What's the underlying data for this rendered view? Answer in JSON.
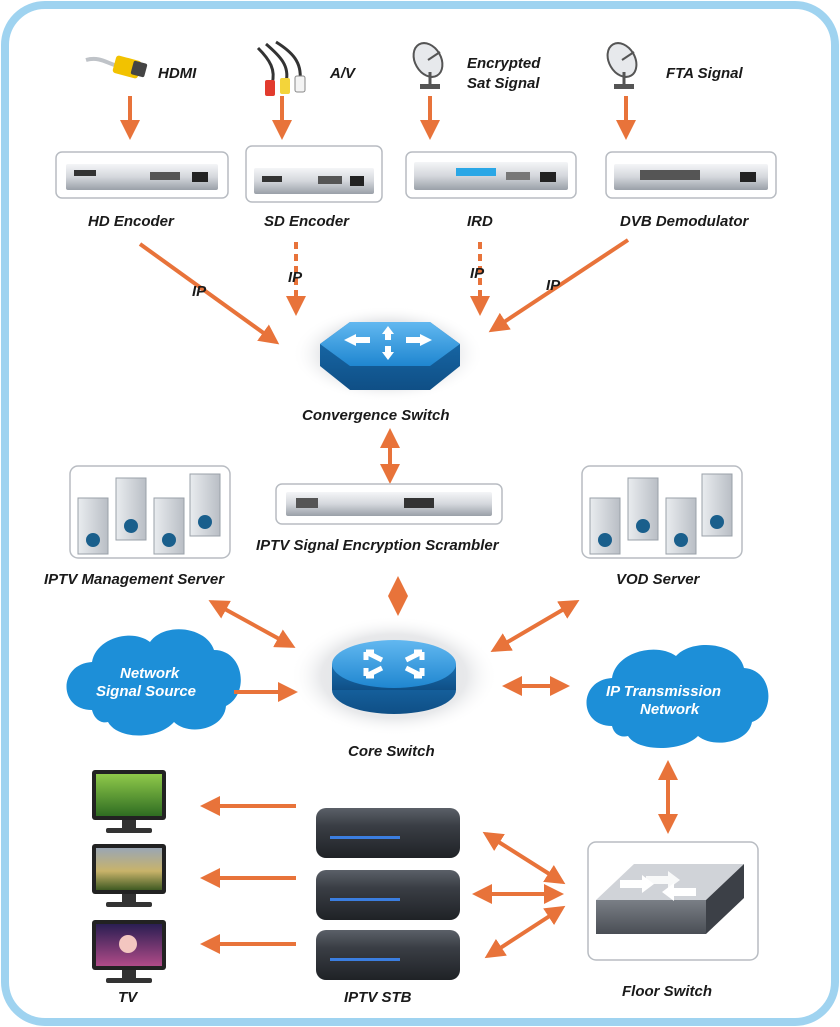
{
  "labels": {
    "hdmi": "HDMI",
    "av": "A/V",
    "encrypted_sat_1": "Encrypted",
    "encrypted_sat_2": "Sat Signal",
    "fta_signal": "FTA Signal",
    "hd_encoder": "HD  Encoder",
    "sd_encoder": "SD  Encoder",
    "ird": "IRD",
    "dvb_demodulator": "DVB  Demodulator",
    "ip": "IP",
    "convergence_switch": "Convergence Switch",
    "scrambler": "IPTV  Signal   Encryption Scrambler",
    "management_server": "IPTV  Management Server",
    "vod_server": "VOD Server",
    "network_signal_1": "Network",
    "network_signal_2": "Signal Source",
    "ip_transmission_1": "IP Transmission",
    "ip_transmission_2": "Network",
    "core_switch": "Core  Switch",
    "tv": "TV",
    "iptv_stb": "IPTV STB",
    "floor_switch": "Floor  Switch"
  },
  "colors": {
    "frame_border": "#9fd3f0",
    "arrow": "#e8733a",
    "switch_blue": "#2a8fd6",
    "cloud_blue": "#1d8fd8",
    "device_dark": "#2b2f36"
  },
  "icons": [
    "hdmi-plug-icon",
    "av-cable-icon",
    "satellite-dish-icon",
    "rack-unit-icon",
    "switch-icon",
    "server-tower-icon",
    "cloud-icon",
    "monitor-icon",
    "set-top-box-icon"
  ]
}
